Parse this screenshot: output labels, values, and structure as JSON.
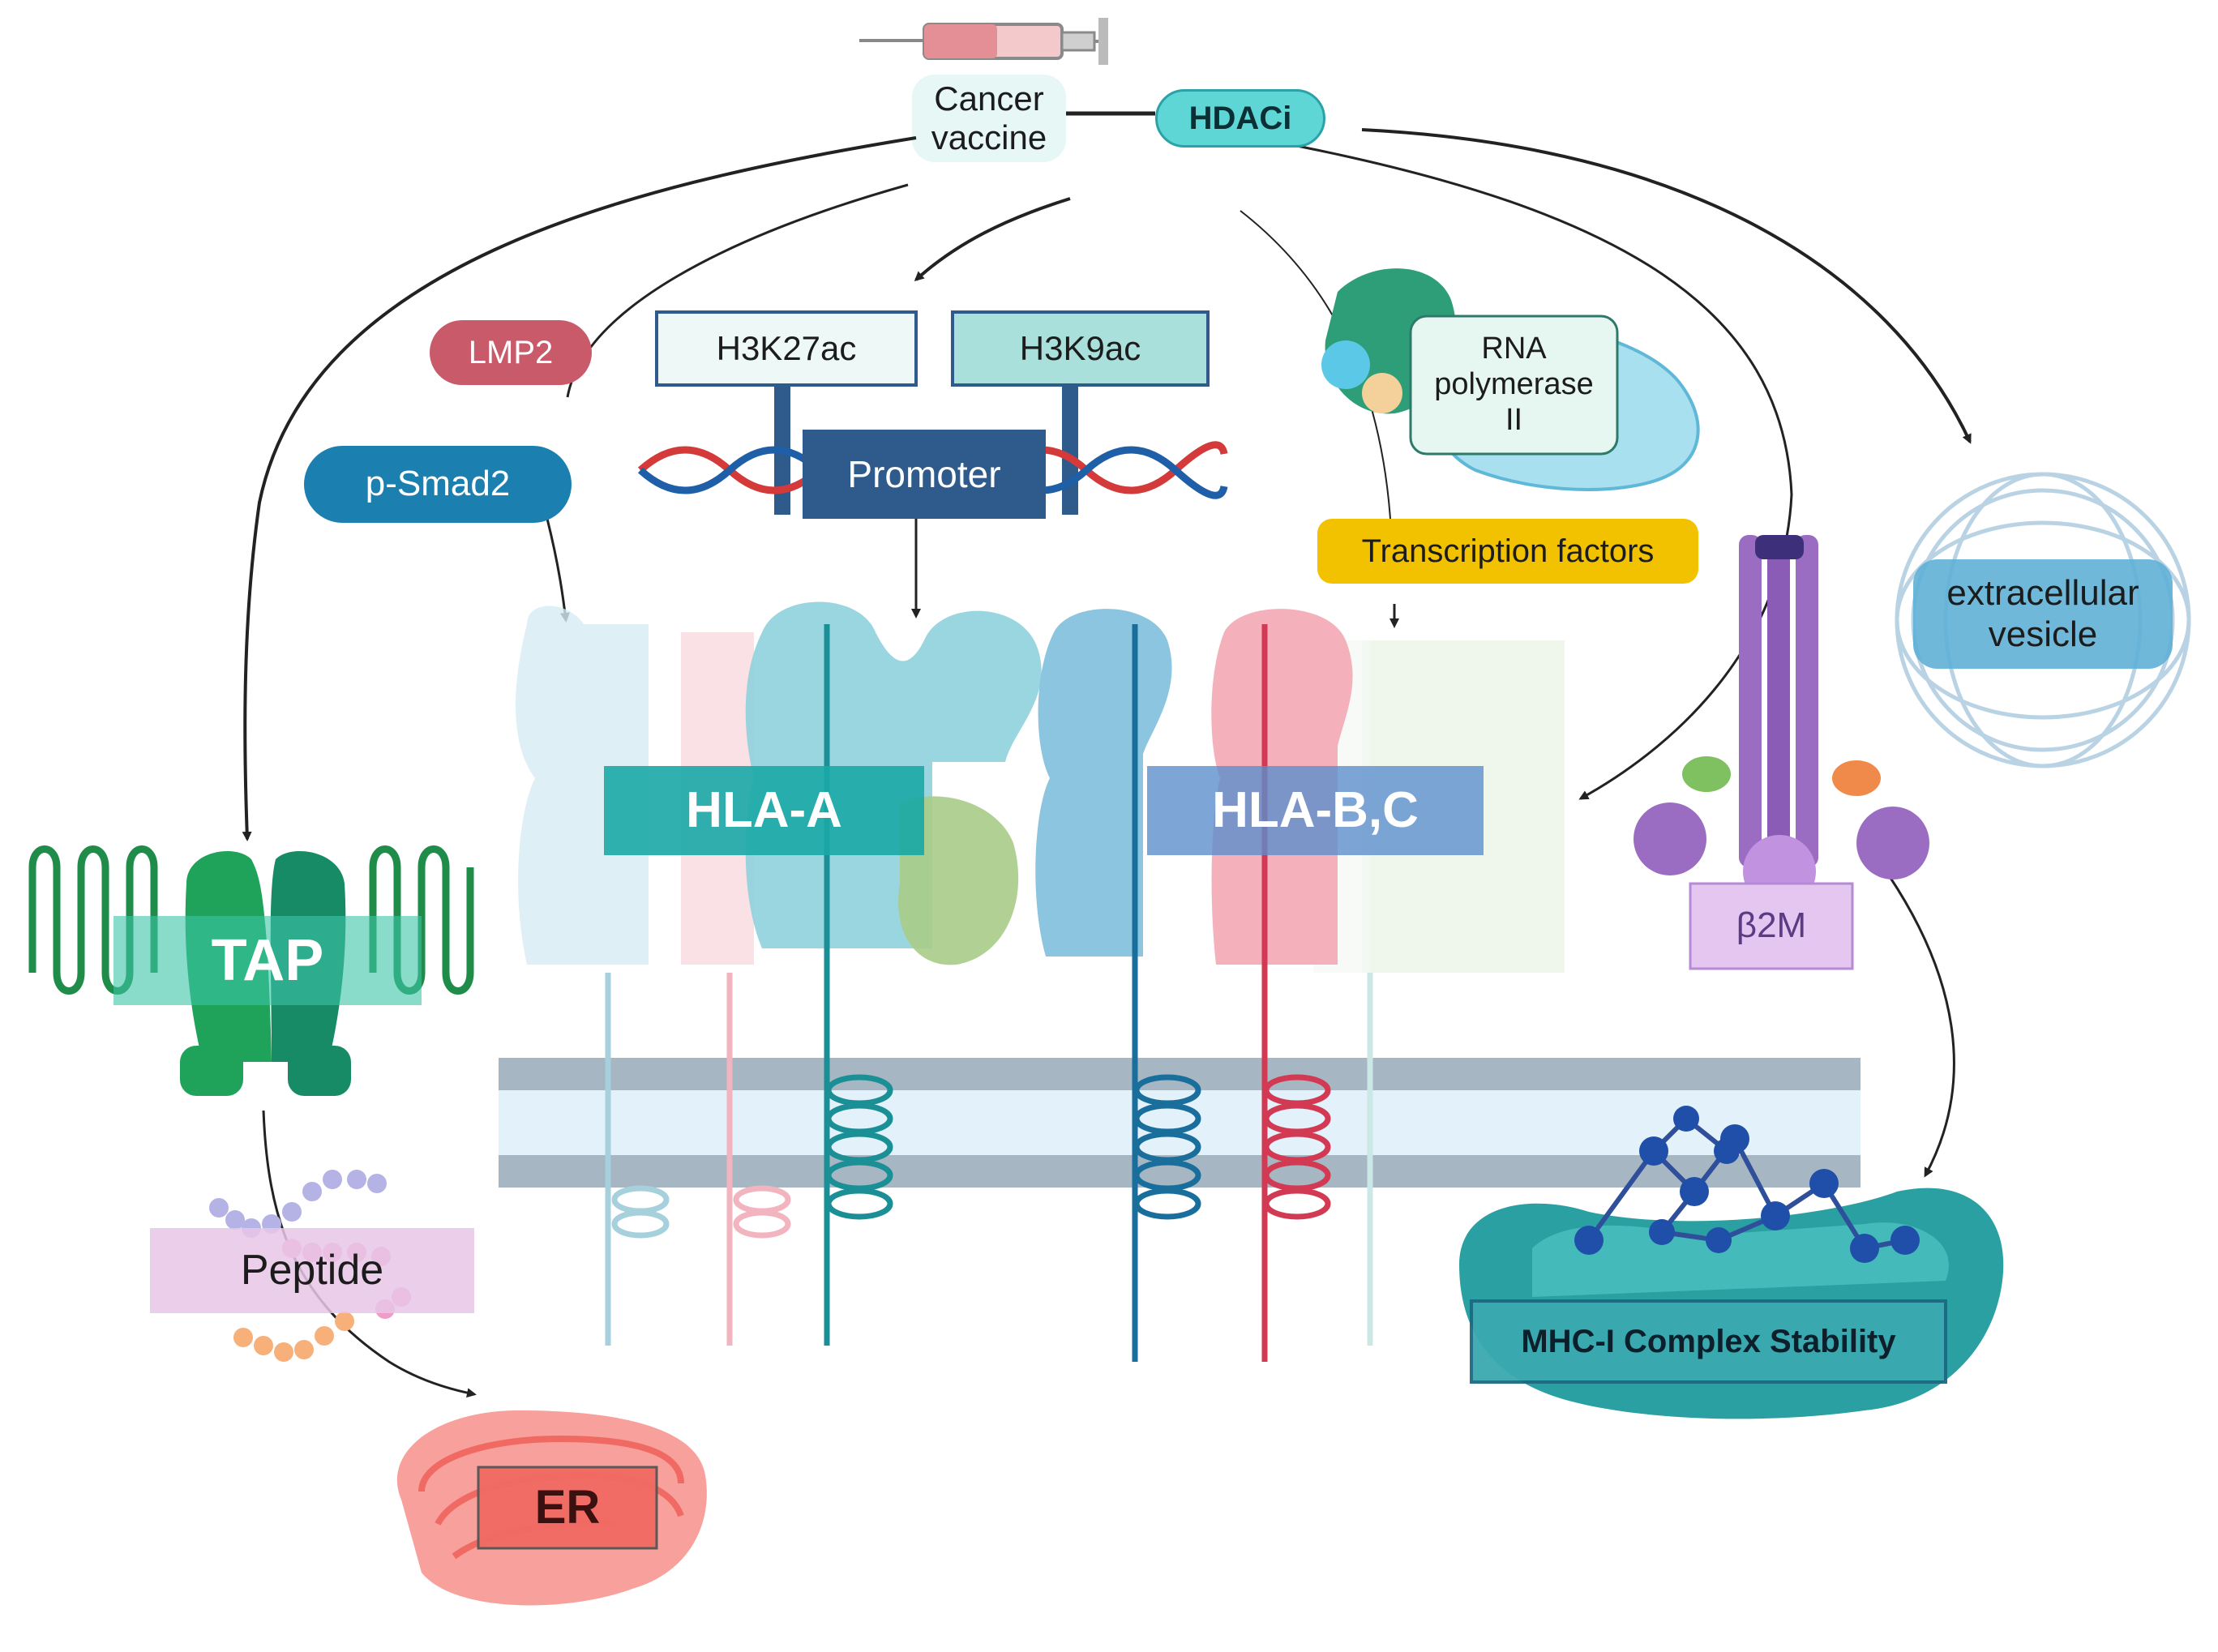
{
  "labels": {
    "cancer_vaccine": "Cancer vaccine",
    "hdaci": "HDACi",
    "lmp2": "LMP2",
    "p_smad2": "p-Smad2",
    "h3k27ac": "H3K27ac",
    "h3k9ac": "H3K9ac",
    "promoter": "Promoter",
    "rna_polymerase": "RNA polymerase II",
    "transcription_factors": "Transcription factors",
    "extracellular_vesicle": "extracellular vesicle",
    "hla_a": "HLA-A",
    "hla_bc": "HLA-B,C",
    "tap": "TAP",
    "b2m": "β2M",
    "peptide": "Peptide",
    "er": "ER",
    "mhc_stability": "MHC-I Complex Stability"
  },
  "colors": {
    "hdaci": "#5fd6d6",
    "lmp2": "#c85a6a",
    "p_smad2": "#1b7fb0",
    "h3k27ac_fill": "#eef8f7",
    "h3k9ac_fill": "#a9e0dc",
    "promoter": "#2f5b8c",
    "transcription_factors": "#f2c200",
    "tap": "#1f9d6c",
    "hla_a": "#1a9fa6",
    "hla_bc": "#1a78a8",
    "hla_red": "#d94a62",
    "b2m": "#9b6dc2",
    "er": "#f06a63",
    "mhc": "#2a9aa2",
    "membrane": "#9fb0bd",
    "arrow": "#222222"
  }
}
